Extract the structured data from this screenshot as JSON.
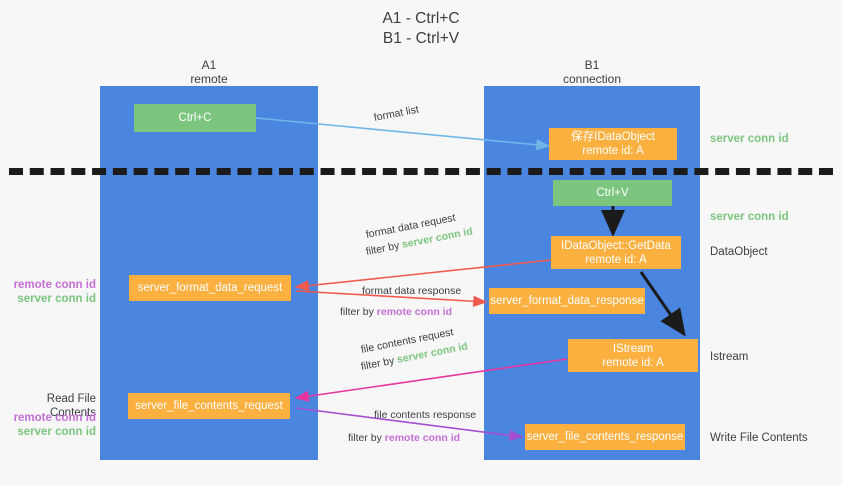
{
  "title": {
    "line1": "A1 - Ctrl+C",
    "line2": "B1 - Ctrl+V"
  },
  "columns": [
    {
      "name": "A1",
      "role": "remote"
    },
    {
      "name": "B1",
      "role": "connection"
    }
  ],
  "colors": {
    "lane": "#4a86e0",
    "green_box": "#7cc57f",
    "orange_box": "#fbb040",
    "server_conn_id": "#7cc57f",
    "remote_conn_id": "#c56fd6",
    "blue_arrow": "#6fb7e8",
    "red_arrow": "#ef5b4c",
    "magenta_arrow": "#e6359f",
    "purple_arrow": "#a44fd0",
    "black_arrow": "#1b1b1b",
    "divider": "#1b1b1b",
    "text": "#3c4043"
  },
  "nodes": {
    "ctrl_c": {
      "label": "Ctrl+C",
      "style": "green"
    },
    "clipboard_idataobject": {
      "label": "保存IDataObject",
      "sub": "remote id: A",
      "style": "orange"
    },
    "ctrl_v": {
      "label": "Ctrl+V",
      "style": "green"
    },
    "getdata": {
      "label": "IDataObject::GetData",
      "sub": "remote id: A",
      "style": "orange"
    },
    "istream": {
      "label": "IStream",
      "sub": "remote id: A",
      "style": "orange"
    },
    "server_format_data_request": {
      "label": "server_format_data_request",
      "style": "orange"
    },
    "server_format_data_response": {
      "label": "server_format_data_response",
      "style": "orange"
    },
    "server_file_contents_request": {
      "label": "server_file_contents_request",
      "style": "orange"
    },
    "server_file_contents_response": {
      "label": "server_file_contents_response",
      "style": "orange"
    }
  },
  "edges": {
    "format_list": {
      "label": "format list"
    },
    "format_data_request": {
      "label": "format data request",
      "filter_prefix": "filter by ",
      "filter_value": "server conn id"
    },
    "format_data_response": {
      "label": "format data response",
      "filter_prefix": "filter by ",
      "filter_value": "remote conn id"
    },
    "file_contents_request": {
      "label": "file contents request",
      "filter_prefix": "filter by ",
      "filter_value": "server conn id"
    },
    "file_contents_response": {
      "label": "file contents response",
      "filter_prefix": "filter by ",
      "filter_value": "remote conn id"
    }
  },
  "right_labels": {
    "server_conn_id_top": "server conn id",
    "server_conn_id_mid": "server conn id",
    "dataobject": "DataObject",
    "istream": "Istream",
    "write_file_contents": "Write File Contents"
  },
  "left_labels": {
    "remote_conn_id_upper": "remote conn id",
    "server_conn_id_upper": "server conn id",
    "read_file_contents": "Read File Contents",
    "remote_conn_id_lower": "remote conn id",
    "server_conn_id_lower": "server conn id"
  }
}
